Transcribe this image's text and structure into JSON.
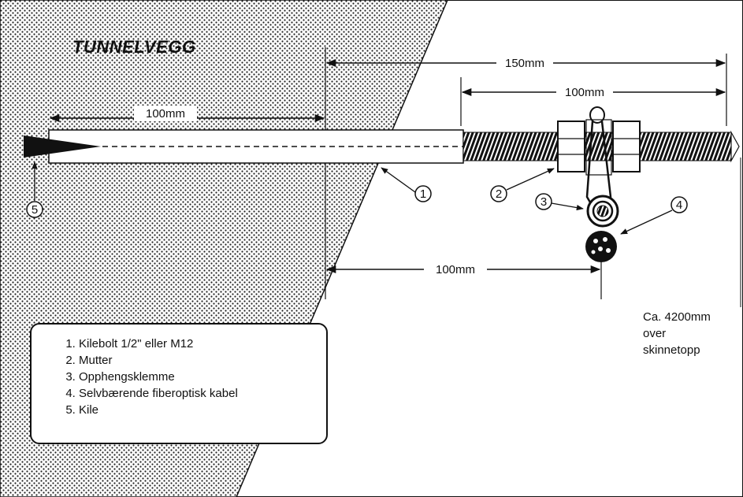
{
  "title": "TUNNELVEGG",
  "dimensions": {
    "top_150": "150mm",
    "top_100": "100mm",
    "left_100": "100mm",
    "bottom_100": "100mm"
  },
  "callouts": [
    "1",
    "2",
    "3",
    "4",
    "5"
  ],
  "legend": [
    "Kilebolt 1/2\" eller M12",
    "Mutter",
    "Opphengsklemme",
    "Selvbærende fiberoptisk kabel",
    "Kile"
  ],
  "note": [
    "Ca. 4200mm",
    "over",
    "skinnetopp"
  ]
}
